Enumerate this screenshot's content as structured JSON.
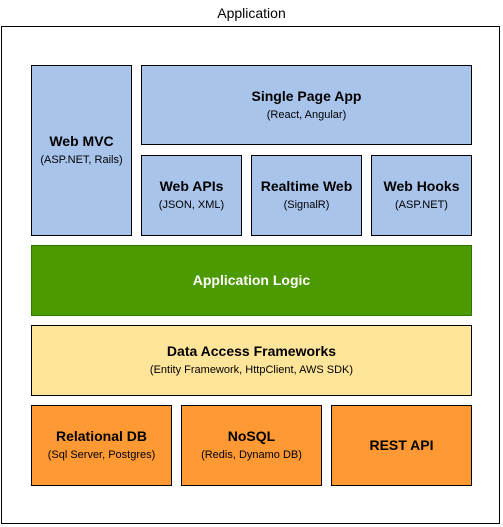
{
  "diagram": {
    "title": "Application",
    "colors": {
      "presentation": "#a9c4eb",
      "logic": "#4d9900",
      "data_access": "#ffe599",
      "storage": "#ff9933",
      "border": "#000000"
    },
    "boxes": {
      "web_mvc": {
        "name": "Web MVC",
        "sub": "(ASP.NET, Rails)"
      },
      "spa": {
        "name": "Single Page App",
        "sub": "(React, Angular)"
      },
      "web_apis": {
        "name": "Web APIs",
        "sub": "(JSON, XML)"
      },
      "realtime_web": {
        "name": "Realtime Web",
        "sub": "(SignalR)"
      },
      "web_hooks": {
        "name": "Web Hooks",
        "sub": "(ASP.NET)"
      },
      "app_logic": {
        "name": "Application Logic"
      },
      "data_access": {
        "name": "Data Access Frameworks",
        "sub": "(Entity Framework, HttpClient, AWS SDK)"
      },
      "relational_db": {
        "name": "Relational DB",
        "sub": "(Sql Server, Postgres)"
      },
      "nosql": {
        "name": "NoSQL",
        "sub": "(Redis, Dynamo DB)"
      },
      "rest_api": {
        "name": "REST API"
      }
    }
  }
}
